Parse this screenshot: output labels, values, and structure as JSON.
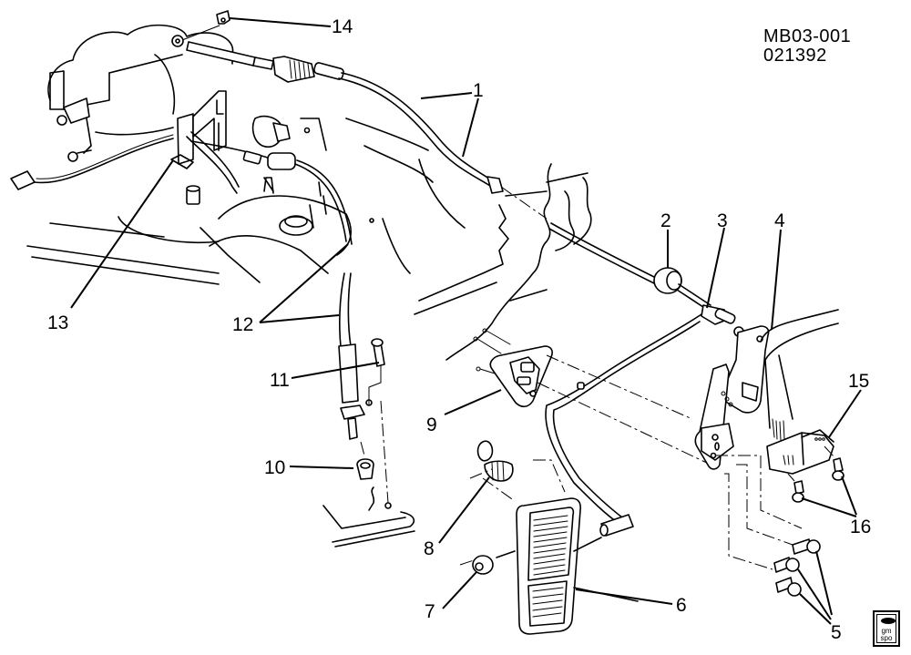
{
  "diagram": {
    "title_code": "MB03-001",
    "date_code": "021392",
    "logo": {
      "icon": "gm-spo-logo",
      "line1": "gm",
      "line2": "spo"
    },
    "callouts": [
      {
        "id": "1",
        "label": "1"
      },
      {
        "id": "2",
        "label": "2"
      },
      {
        "id": "3",
        "label": "3"
      },
      {
        "id": "4",
        "label": "4"
      },
      {
        "id": "5",
        "label": "5"
      },
      {
        "id": "6",
        "label": "6"
      },
      {
        "id": "7",
        "label": "7"
      },
      {
        "id": "8",
        "label": "8"
      },
      {
        "id": "9",
        "label": "9"
      },
      {
        "id": "10",
        "label": "10"
      },
      {
        "id": "11",
        "label": "11"
      },
      {
        "id": "12",
        "label": "12"
      },
      {
        "id": "13",
        "label": "13"
      },
      {
        "id": "14",
        "label": "14"
      },
      {
        "id": "15",
        "label": "15"
      },
      {
        "id": "16",
        "label": "16"
      }
    ]
  }
}
